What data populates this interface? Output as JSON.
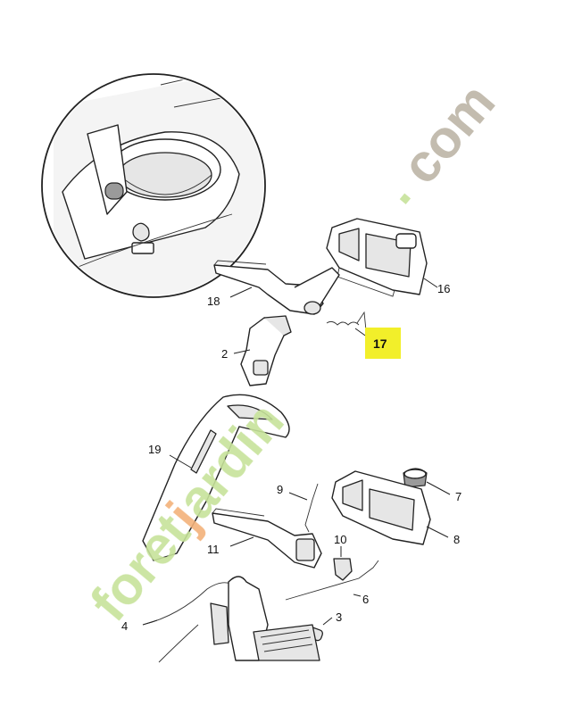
{
  "diagram": {
    "parts": [
      {
        "id": "part-16",
        "label": "16"
      },
      {
        "id": "part-18",
        "label": "18"
      },
      {
        "id": "part-17",
        "label": "17",
        "highlighted": true
      },
      {
        "id": "part-2",
        "label": "2"
      },
      {
        "id": "part-19",
        "label": "19"
      },
      {
        "id": "part-9",
        "label": "9"
      },
      {
        "id": "part-7",
        "label": "7"
      },
      {
        "id": "part-8",
        "label": "8"
      },
      {
        "id": "part-11",
        "label": "11"
      },
      {
        "id": "part-10",
        "label": "10"
      },
      {
        "id": "part-6",
        "label": "6"
      },
      {
        "id": "part-4",
        "label": "4"
      },
      {
        "id": "part-3",
        "label": "3"
      }
    ],
    "highlight_color": "#f2ef2a"
  },
  "watermark": {
    "text_green": "foret",
    "text_orange": "j",
    "text_green2": "ardin",
    "text_dot": ".",
    "text_com": "com",
    "green": "#c7e29a",
    "orange": "#f3b27a",
    "grey": "#bdb5a6"
  }
}
